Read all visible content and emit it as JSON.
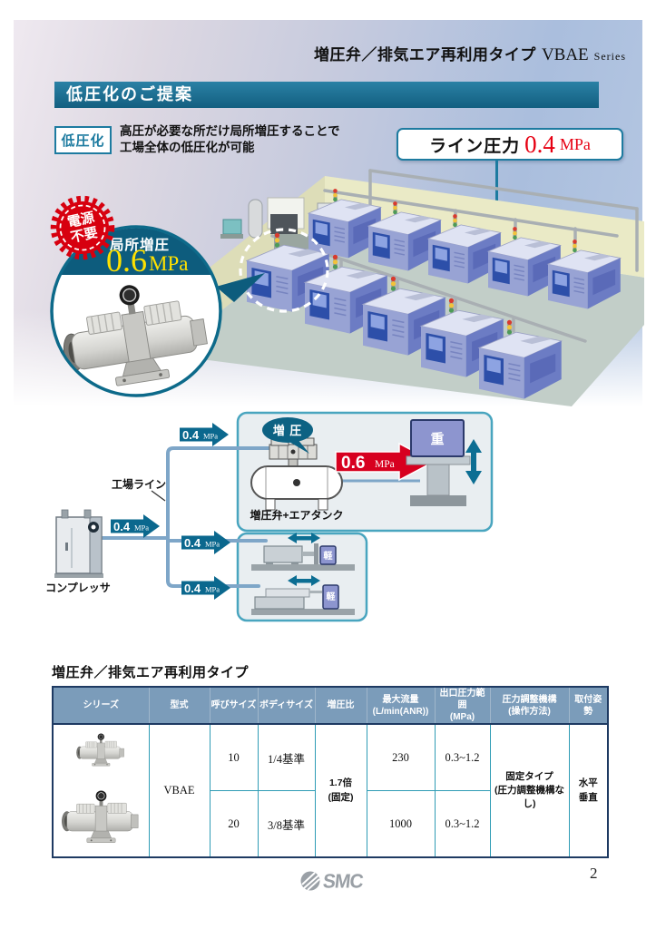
{
  "page": {
    "number": "2"
  },
  "header": {
    "title": "増圧弁／排気エア再利用タイプ",
    "series": "VBAE",
    "series_suffix": "Series"
  },
  "banner": {
    "title": "低圧化のご提案"
  },
  "proposal": {
    "tag": "低圧化",
    "line1": "高圧が必要な所だけ局所増圧することで",
    "line2": "工場全体の低圧化が可能"
  },
  "line_pressure": {
    "label": "ライン圧力",
    "value": "0.4",
    "unit": "MPa"
  },
  "stamp": {
    "line1": "電源",
    "line2": "不要"
  },
  "local_boost": {
    "label": "局所増圧",
    "value": "0.6",
    "unit": "MPa"
  },
  "diagram": {
    "factory_line_label": "工場ライン",
    "compressor_label": "コンプレッサ",
    "boost_bubble": "増 圧",
    "tank_label": "増圧弁+エアタンク",
    "heavy_label": "重",
    "light_label": "軽",
    "line_arrow": {
      "value": "0.4",
      "unit": "MPa"
    },
    "boost_arrow": {
      "value": "0.6",
      "unit": "MPa"
    }
  },
  "table": {
    "title": "増圧弁／排気エア再利用タイプ",
    "headers": [
      {
        "l1": "シリーズ"
      },
      {
        "l1": "型式"
      },
      {
        "l1": "呼びサイズ"
      },
      {
        "l1": "ボディサイズ"
      },
      {
        "l1": "増圧比"
      },
      {
        "l1": "最大流量",
        "l2": "(L/min(ANR))"
      },
      {
        "l1": "出口圧力範囲",
        "l2": "(MPa)"
      },
      {
        "l1": "圧力調整機構",
        "l2": "(操作方法)"
      },
      {
        "l1": "取付姿勢"
      }
    ],
    "model": "VBAE",
    "boost_ratio_l1": "1.7倍",
    "boost_ratio_l2": "(固定)",
    "regulator_l1": "固定タイプ",
    "regulator_l2": "(圧力調整機構なし)",
    "mounting_l1": "水平",
    "mounting_l2": "垂直",
    "rows": [
      {
        "size": "10",
        "body": "1/4基準",
        "flow": "230",
        "outlet": "0.3~1.2"
      },
      {
        "size": "20",
        "body": "3/8基準",
        "flow": "1000",
        "outlet": "0.3~1.2"
      }
    ]
  },
  "footer": {
    "logo": "SMC"
  },
  "colors": {
    "accent_teal": "#1d7ba0",
    "dark_teal": "#0d5c7d",
    "arrow_teal": "#0b688e",
    "red": "#d7001f",
    "yellow": "#ffe100",
    "table_header_bg": "#7b9cba",
    "table_inner_border": "#2f9cb5",
    "factory_line_blue": "#7ea6c8"
  }
}
